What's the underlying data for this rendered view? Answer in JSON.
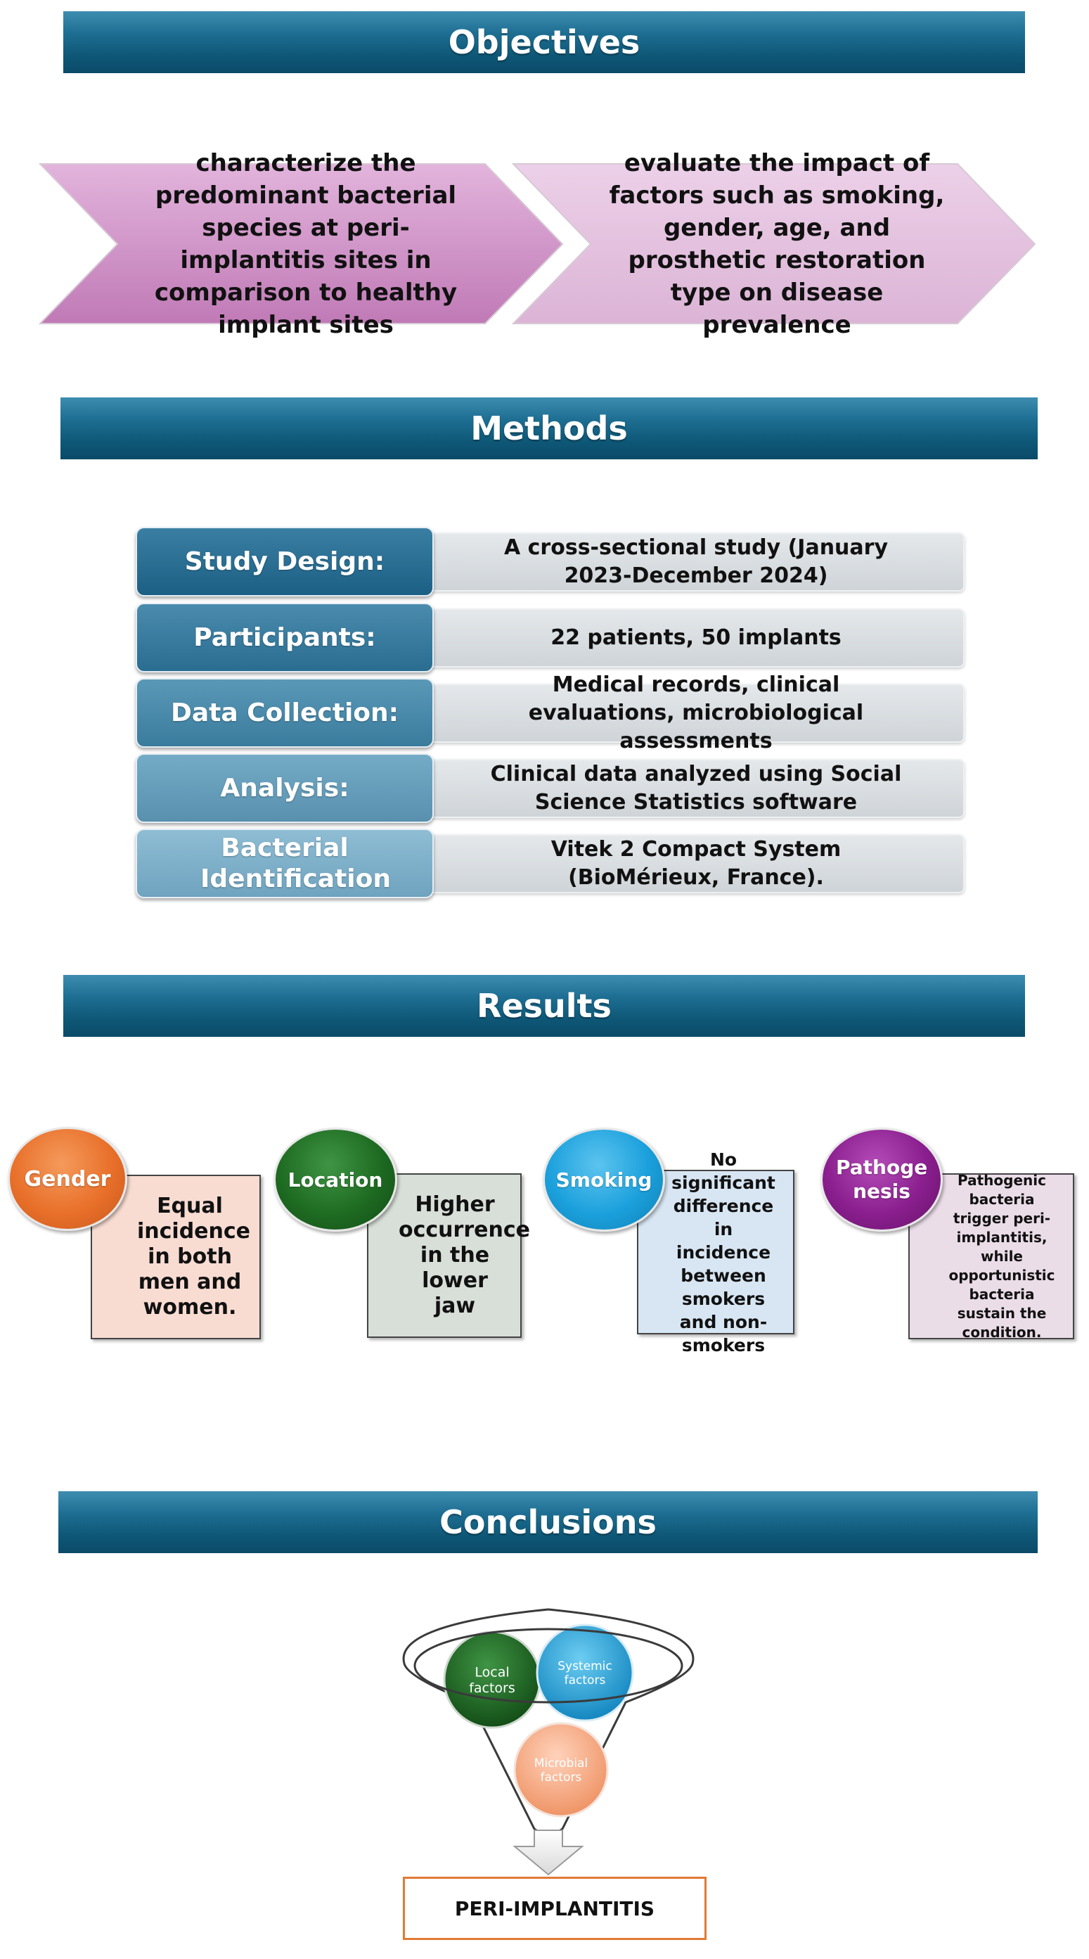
{
  "objectives": {
    "title": "Objectives",
    "items": [
      {
        "text": "characterize the predominant bacterial species at peri-implantitis sites in comparison to healthy implant sites",
        "color": "#c985c0"
      },
      {
        "text": "evaluate the impact of factors such as smoking, gender, age, and prosthetic restoration type on disease prevalence",
        "color": "#e3bfe0"
      }
    ]
  },
  "methods": {
    "title": "Methods",
    "rows": [
      {
        "label": "Study Design:",
        "value": "A cross-sectional study (January 2023-December 2024)"
      },
      {
        "label": "Participants:",
        "value": "22 patients, 50 implants"
      },
      {
        "label": "Data Collection:",
        "value": "Medical records, clinical evaluations, microbiological assessments"
      },
      {
        "label": "Analysis:",
        "value": "Clinical data analyzed using Social Science Statistics software"
      },
      {
        "label": "Bacterial Identification",
        "value": "Vitek 2 Compact System (BioMérieux, France)."
      }
    ]
  },
  "results": {
    "title": "Results",
    "items": [
      {
        "label": "Gender",
        "text": "Equal incidence in both men and women.",
        "circle_color": "#e8702a",
        "box_color": "#f8dcd2"
      },
      {
        "label": "Location",
        "text": "Higher occurrence in the lower jaw",
        "circle_color": "#1e6b22",
        "box_color": "#d8dfd8"
      },
      {
        "label": "Smoking",
        "text": "No significant difference in incidence between smokers and non-smokers",
        "circle_color": "#1ba0dc",
        "box_color": "#d8e6f3"
      },
      {
        "label": "Pathogenesis",
        "label_display": "Pathoge nesis",
        "text": "Pathogenic bacteria trigger peri-implantitis, while opportunistic bacteria sustain the condition.",
        "circle_color": "#8a1e8e",
        "box_color": "#ebdde8"
      }
    ]
  },
  "conclusions": {
    "title": "Conclusions",
    "factors": [
      {
        "label": "Local factors",
        "color": "#1e6b22"
      },
      {
        "label": "Systemic factors",
        "color": "#1ba0dc"
      },
      {
        "label": "Microbial factors",
        "color": "#f2a57f"
      }
    ],
    "outcome": "PERI-IMPLANTITIS"
  }
}
